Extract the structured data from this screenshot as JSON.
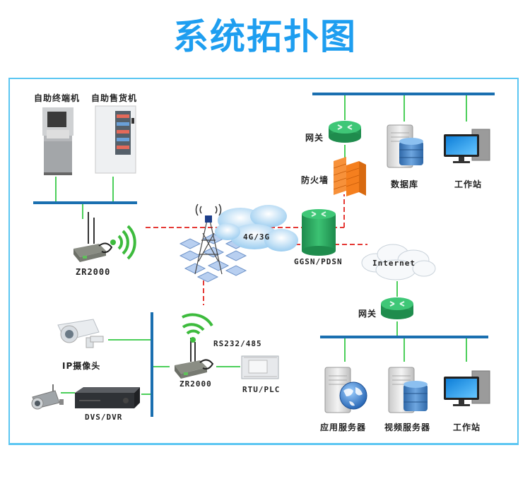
{
  "title": "系统拓扑图",
  "colors": {
    "title": "#1e9ef0",
    "frame": "#5bc6f2",
    "bus": "#1a6fb0",
    "link": "#4ccf5a",
    "wireless": "#e53935",
    "router": "#23a15a",
    "firewall": "#f48a2a",
    "cloud_blue": "#a9d3f0",
    "signal": "#3dbb3d"
  },
  "nodes": {
    "self_service_terminal": "自助终端机",
    "vending_machine": "自助售货机",
    "router_top_left": "ZR2000",
    "gateway_top": "网关",
    "firewall": "防火墙",
    "database": "数据库",
    "workstation_top": "工作站",
    "cloud_mobile": "4G/3G",
    "ggsn": "GGSN/PDSN",
    "internet": "Internet",
    "gateway_bottom": "网关",
    "ip_camera": "IP摄像头",
    "dvs_dvr": "DVS/DVR",
    "router_bottom": "ZR2000",
    "serial_link": "RS232/485",
    "rtu_plc": "RTU/PLC",
    "app_server": "应用服务器",
    "video_server": "视频服务器",
    "workstation_bottom": "工作站"
  }
}
